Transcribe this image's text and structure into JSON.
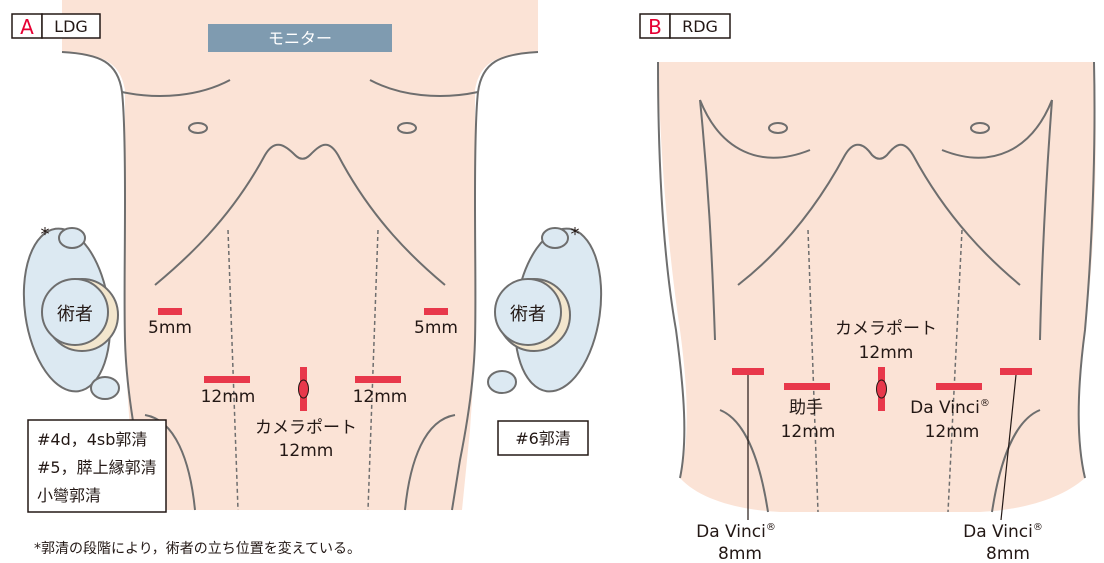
{
  "panel_a": {
    "letter": "A",
    "title": "LDG",
    "monitor_label": "モニター",
    "surgeon_left": "術者",
    "surgeon_right": "術者",
    "asterisk_left": "*",
    "asterisk_right": "*",
    "port_5mm_left": "5mm",
    "port_5mm_right": "5mm",
    "port_12mm_left": "12mm",
    "port_12mm_right": "12mm",
    "camera_port_label": "カメラポート",
    "camera_port_size": "12mm",
    "box_left_lines": [
      "#4d，4sb郭清",
      "#5，膵上縁郭清",
      "小彎郭清"
    ],
    "box_right": "#6郭清",
    "footnote": "*郭清の段階により，術者の立ち位置を変えている。"
  },
  "panel_b": {
    "letter": "B",
    "title": "RDG",
    "camera_port_label": "カメラポート",
    "camera_port_size": "12mm",
    "assistant_label": "助手",
    "assistant_size": "12mm",
    "davinci_right_label": "Da Vinci",
    "davinci_right_size": "12mm",
    "davinci_bottom_left_label": "Da Vinci",
    "davinci_bottom_left_size": "8mm",
    "davinci_bottom_right_label": "Da Vinci",
    "davinci_bottom_right_size": "8mm",
    "registered": "®"
  },
  "colors": {
    "skin": "#fbe3d6",
    "outline": "#6e6e6e",
    "port": "#e8384b",
    "label_red": "#e60033",
    "monitor": "#7f9bb0",
    "surgeon": "#dce9f2",
    "head": "#f3e6cd"
  }
}
